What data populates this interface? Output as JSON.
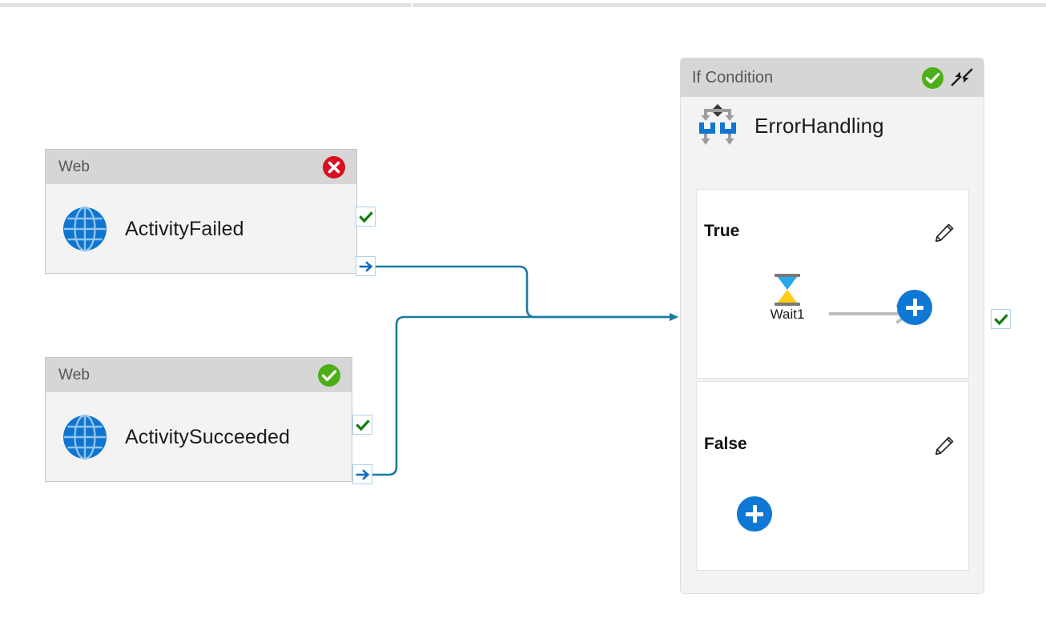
{
  "page": {
    "title": "Pipeline activity canvas",
    "background": "#ffffff"
  },
  "colors": {
    "accent_blue": "#0f78d4",
    "connector_teal": "#1b7ba3",
    "success_green": "#4caf17",
    "error_red": "#d81020",
    "card_header_gray": "#d6d6d6",
    "card_body_gray": "#f3f3f3",
    "port_border_blue": "#a9d3ef",
    "check_dark_green": "#107c10",
    "flow_arrow_gray": "#bdbdbd"
  },
  "top_bar": {
    "name": "top-divider",
    "color": "#e1e1e1"
  },
  "activities": [
    {
      "id": "web-failed",
      "header_title": "Web",
      "name": "ActivityFailed",
      "icon": "globe-icon",
      "status": "error",
      "status_icon": "error-circle-icon",
      "ports": [
        {
          "type": "success",
          "icon": "check-icon"
        },
        {
          "type": "completion",
          "icon": "arrow-right-icon"
        }
      ]
    },
    {
      "id": "web-succeeded",
      "header_title": "Web",
      "name": "ActivitySucceeded",
      "icon": "globe-icon",
      "status": "success",
      "status_icon": "success-circle-icon",
      "ports": [
        {
          "type": "success",
          "icon": "check-icon"
        },
        {
          "type": "completion",
          "icon": "arrow-right-icon"
        }
      ]
    }
  ],
  "if_condition": {
    "header_title": "If Condition",
    "status": "success",
    "status_icon": "success-circle-icon",
    "collapse_icon": "collapse-arrows-icon",
    "activity_name": "ErrorHandling",
    "activity_icon": "branch-icon",
    "output_port": {
      "type": "success",
      "icon": "check-icon"
    },
    "branches": [
      {
        "id": "true-branch",
        "label": "True",
        "edit_icon": "pencil-icon",
        "nodes": [
          {
            "label": "Wait1",
            "icon": "hourglass-icon"
          }
        ],
        "flow_arrow_icon": "arrow-right-long-icon",
        "add_button_label": "+",
        "add_button_icon": "plus-icon"
      },
      {
        "id": "false-branch",
        "label": "False",
        "edit_icon": "pencil-icon",
        "nodes": [],
        "add_button_label": "+",
        "add_button_icon": "plus-icon"
      }
    ]
  },
  "connections": [
    {
      "from": "web-failed",
      "to": "if-condition",
      "style": "orthogonal",
      "arrowhead": "filled-triangle"
    },
    {
      "from": "web-succeeded",
      "to": "if-condition",
      "style": "orthogonal",
      "arrowhead": "filled-triangle"
    }
  ]
}
